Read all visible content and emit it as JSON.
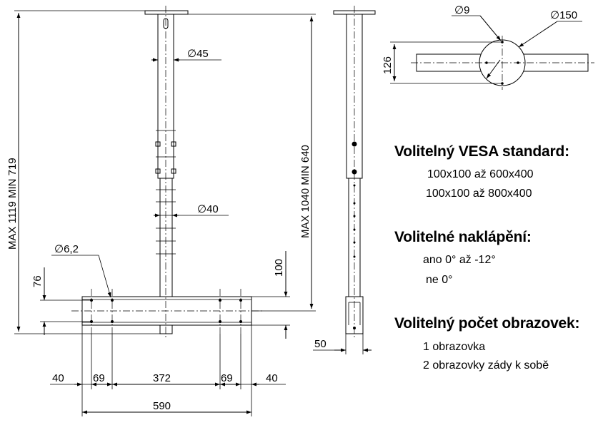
{
  "dimensions": {
    "d45": "∅45",
    "d40": "∅40",
    "d62": "∅6,2",
    "d9": "∅9",
    "d150": "∅150",
    "max_1119": "MAX 1119 MIN 719",
    "max_1040": "MAX 1040 MIN 640",
    "h76": "76",
    "h100": "100",
    "h126": "126",
    "w50": "50",
    "w40_left": "40",
    "w69_left": "69",
    "w372": "372",
    "w69_right": "69",
    "w40_right": "40",
    "w590": "590"
  },
  "options": {
    "vesa_title": "Volitelný VESA standard:",
    "vesa_1": "100x100 až 600x400",
    "vesa_2": "100x100 až 800x400",
    "tilt_title": "Volitelné naklápění:",
    "tilt_1": "ano 0° až -12°",
    "tilt_2": "ne  0°",
    "screens_title": "Volitelný počet obrazovek:",
    "screens_1": "1 obrazovka",
    "screens_2": "2 obrazovky zády k sobě"
  }
}
